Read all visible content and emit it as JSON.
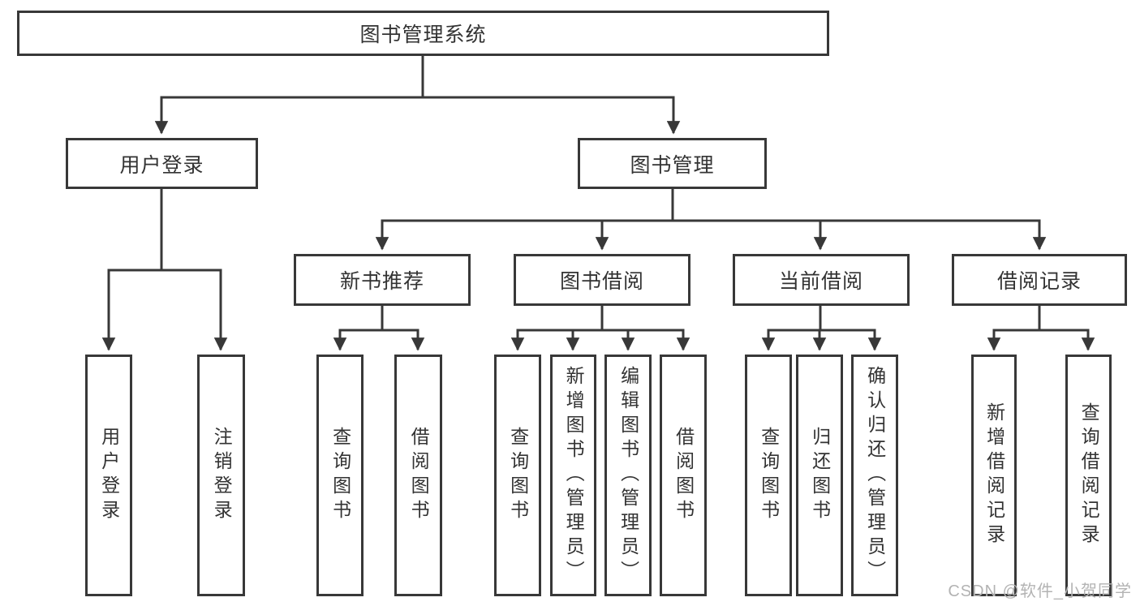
{
  "nodes": {
    "root": "图书管理系统",
    "user_login": "用户登录",
    "book_mgmt": "图书管理",
    "new_book_rec": "新书推荐",
    "book_borrow": "图书借阅",
    "current_borrow": "当前借阅",
    "borrow_record": "借阅记录",
    "ul_user_login": "用户登录",
    "ul_logout": "注销登录",
    "nb_query_book": "查询图书",
    "nb_borrow_book": "借阅图书",
    "bb_query_book": "查询图书",
    "bb_add_book": "新增图书（管理员）",
    "bb_edit_book": "编辑图书（管理员）",
    "bb_borrow_book": "借阅图书",
    "cb_query_book": "查询图书",
    "cb_return_book": "归还图书",
    "cb_confirm_return": "确认归还（管理员）",
    "br_add_record": "新增借阅记录",
    "br_query_record": "查询借阅记录"
  },
  "structure": {
    "图书管理系统": [
      "用户登录",
      "图书管理"
    ],
    "用户登录": [
      "用户登录",
      "注销登录"
    ],
    "图书管理": [
      "新书推荐",
      "图书借阅",
      "当前借阅",
      "借阅记录"
    ],
    "新书推荐": [
      "查询图书",
      "借阅图书"
    ],
    "图书借阅": [
      "查询图书",
      "新增图书（管理员）",
      "编辑图书（管理员）",
      "借阅图书"
    ],
    "当前借阅": [
      "查询图书",
      "归还图书",
      "确认归还（管理员）"
    ],
    "借阅记录": [
      "新增借阅记录",
      "查询借阅记录"
    ]
  },
  "watermark": "CSDN @软件_小贺同学",
  "colors": {
    "line": "#383838",
    "border": "#383838",
    "text": "#333333",
    "box_bg": "#ffffff",
    "watermark": "#b3b3b3"
  }
}
